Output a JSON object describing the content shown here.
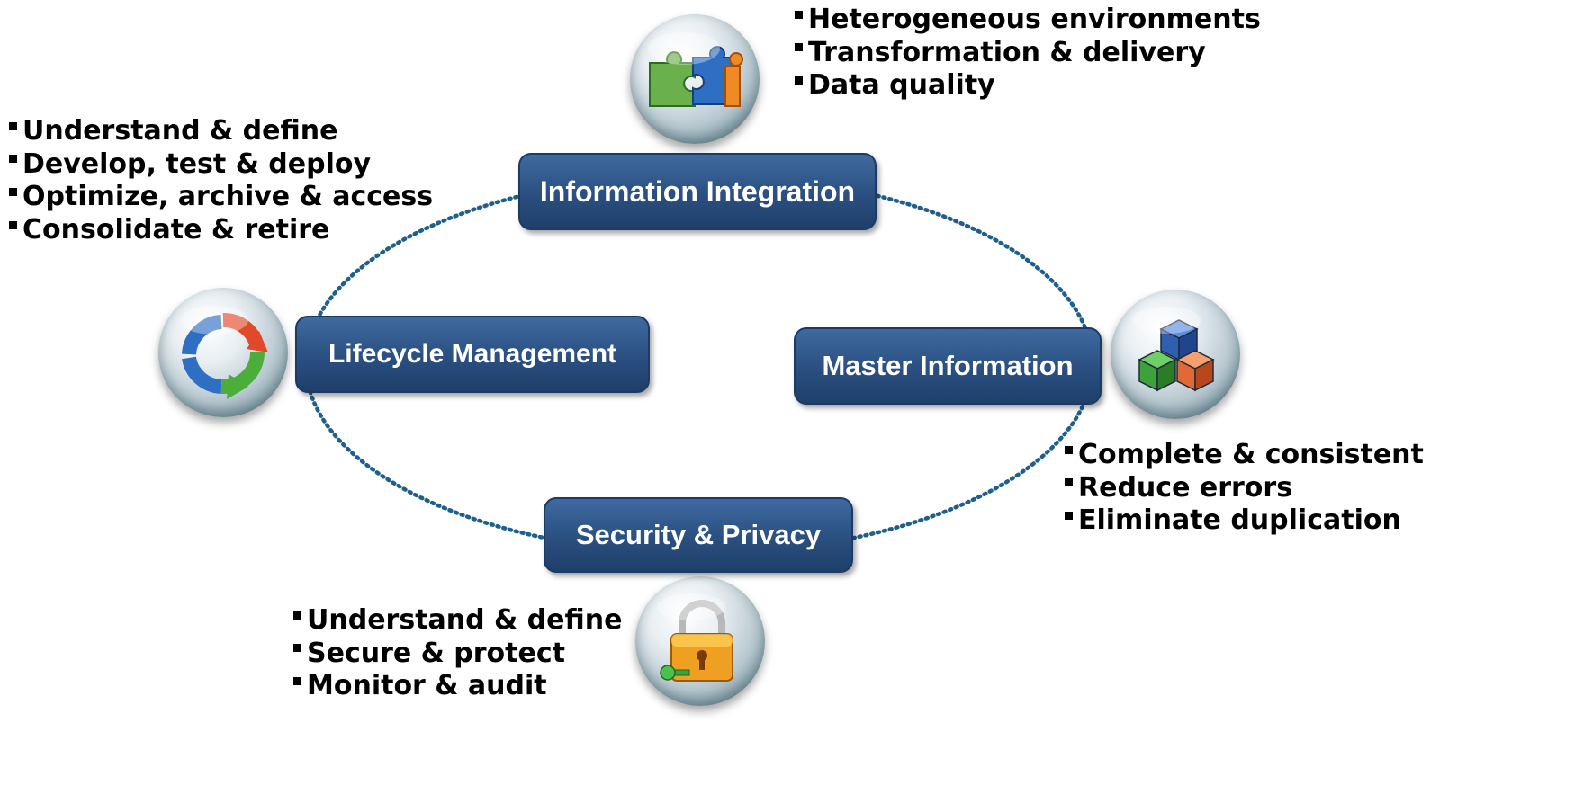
{
  "diagram": {
    "nodes": {
      "integration": {
        "label": "Information Integration",
        "icon": "puzzle-icon",
        "bullets": [
          "Heterogeneous environments",
          "Transformation & delivery",
          "Data quality"
        ]
      },
      "lifecycle": {
        "label": "Lifecycle Management",
        "icon": "cycle-arrows-icon",
        "bullets": [
          "Understand & define",
          "Develop, test & deploy",
          "Optimize, archive & access",
          "Consolidate & retire"
        ]
      },
      "master": {
        "label": "Master Information",
        "icon": "cubes-icon",
        "bullets": [
          "Complete & consistent",
          "Reduce errors",
          "Eliminate duplication"
        ]
      },
      "security": {
        "label": "Security & Privacy",
        "icon": "padlock-icon",
        "bullets": [
          "Understand & define",
          "Secure & protect",
          "Monitor & audit"
        ]
      }
    },
    "colors": {
      "box": "#2a4f80",
      "ring": "#1f5f8b",
      "text": "#000000"
    }
  }
}
